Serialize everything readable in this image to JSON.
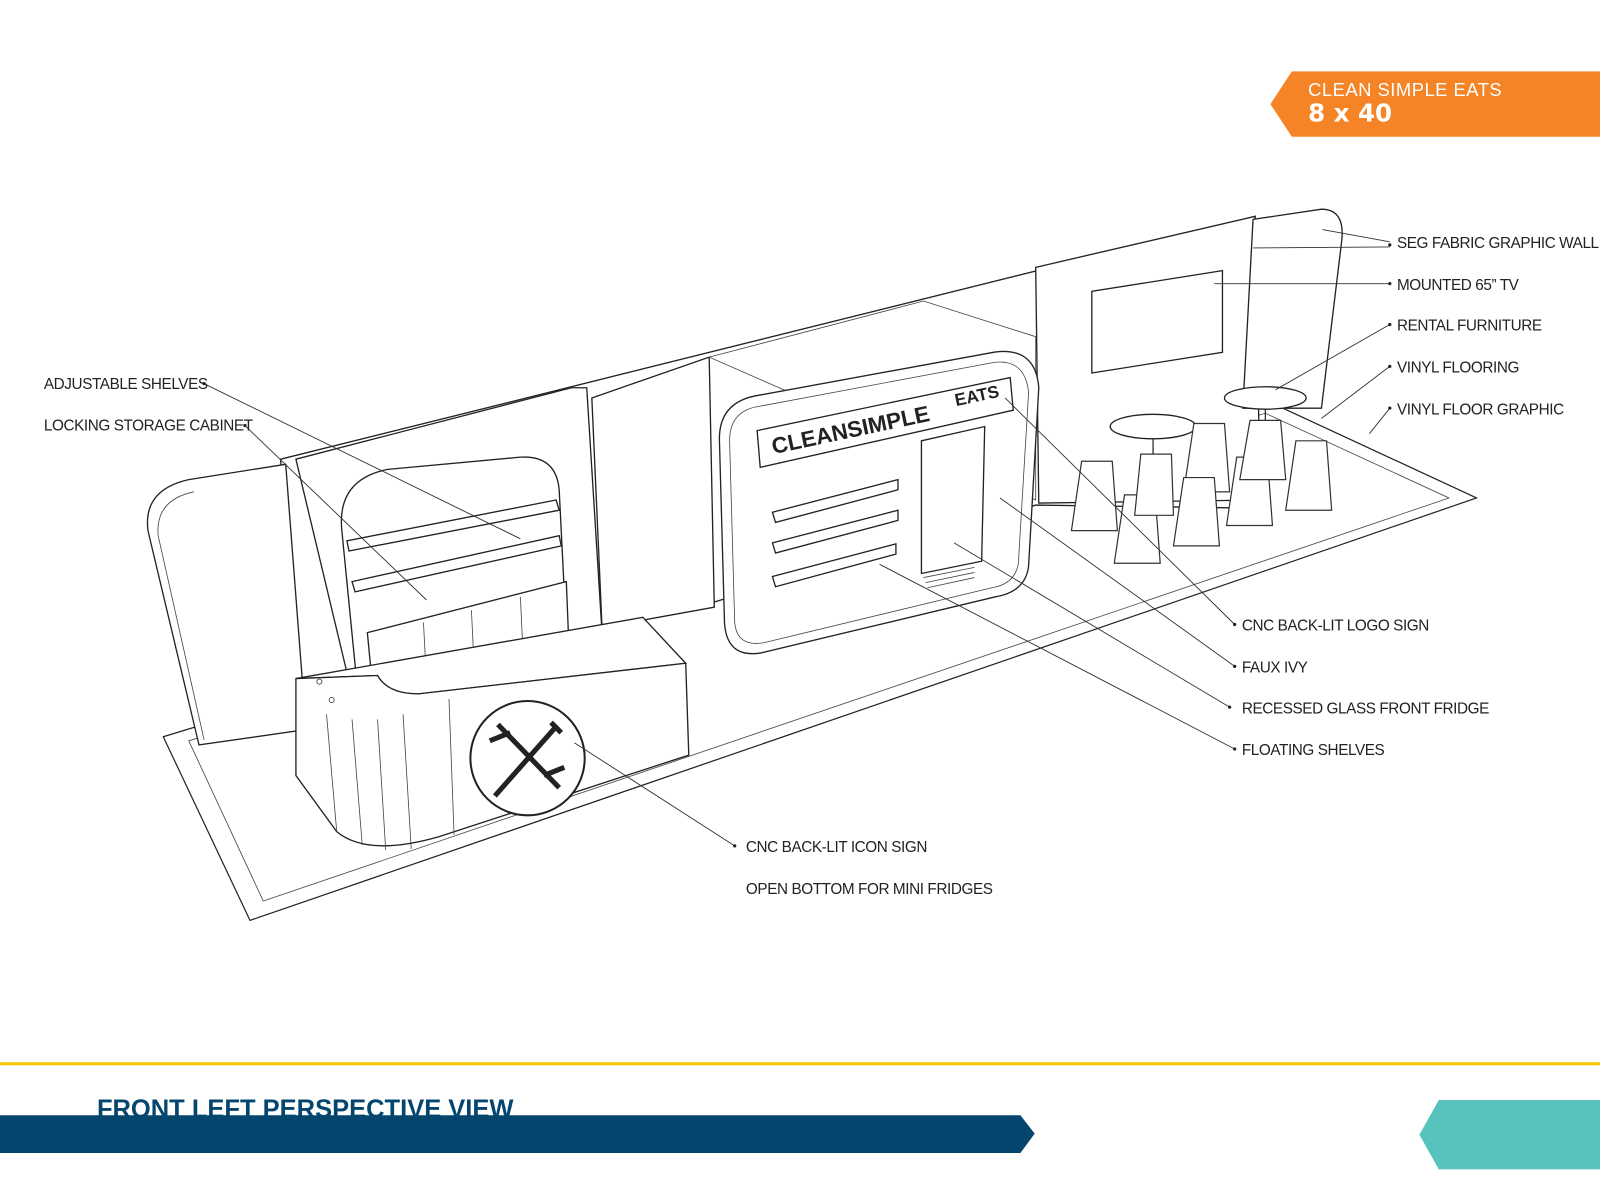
{
  "header": {
    "brand": "CLEAN SIMPLE EATS",
    "size": "8 x 40",
    "accent_color": "#F58426"
  },
  "drawing": {
    "logo_sign_text": [
      "CLEANSIMPLE",
      "EATS"
    ],
    "callouts_left": [
      "ADJUSTABLE SHELVES",
      "LOCKING STORAGE CABINET"
    ],
    "callouts_right": [
      "SEG FABRIC GRAPHIC WALL",
      "MOUNTED 65” TV",
      "RENTAL FURNITURE",
      "VINYL FLOORING",
      "VINYL FLOOR GRAPHIC"
    ],
    "callouts_lower_right": [
      "CNC BACK-LIT LOGO SIGN",
      "FAUX IVY",
      "RECESSED GLASS FRONT FRIDGE",
      "FLOATING SHELVES"
    ],
    "callouts_bottom": [
      "CNC BACK-LIT ICON SIGN",
      "OPEN BOTTOM FOR MINI FRIDGES"
    ]
  },
  "footer": {
    "view_title": "FRONT LEFT PERSPECTIVE VIEW",
    "line_color": "#F7C600",
    "bar_color": "#04466D",
    "tab_color": "#58C3BC"
  }
}
